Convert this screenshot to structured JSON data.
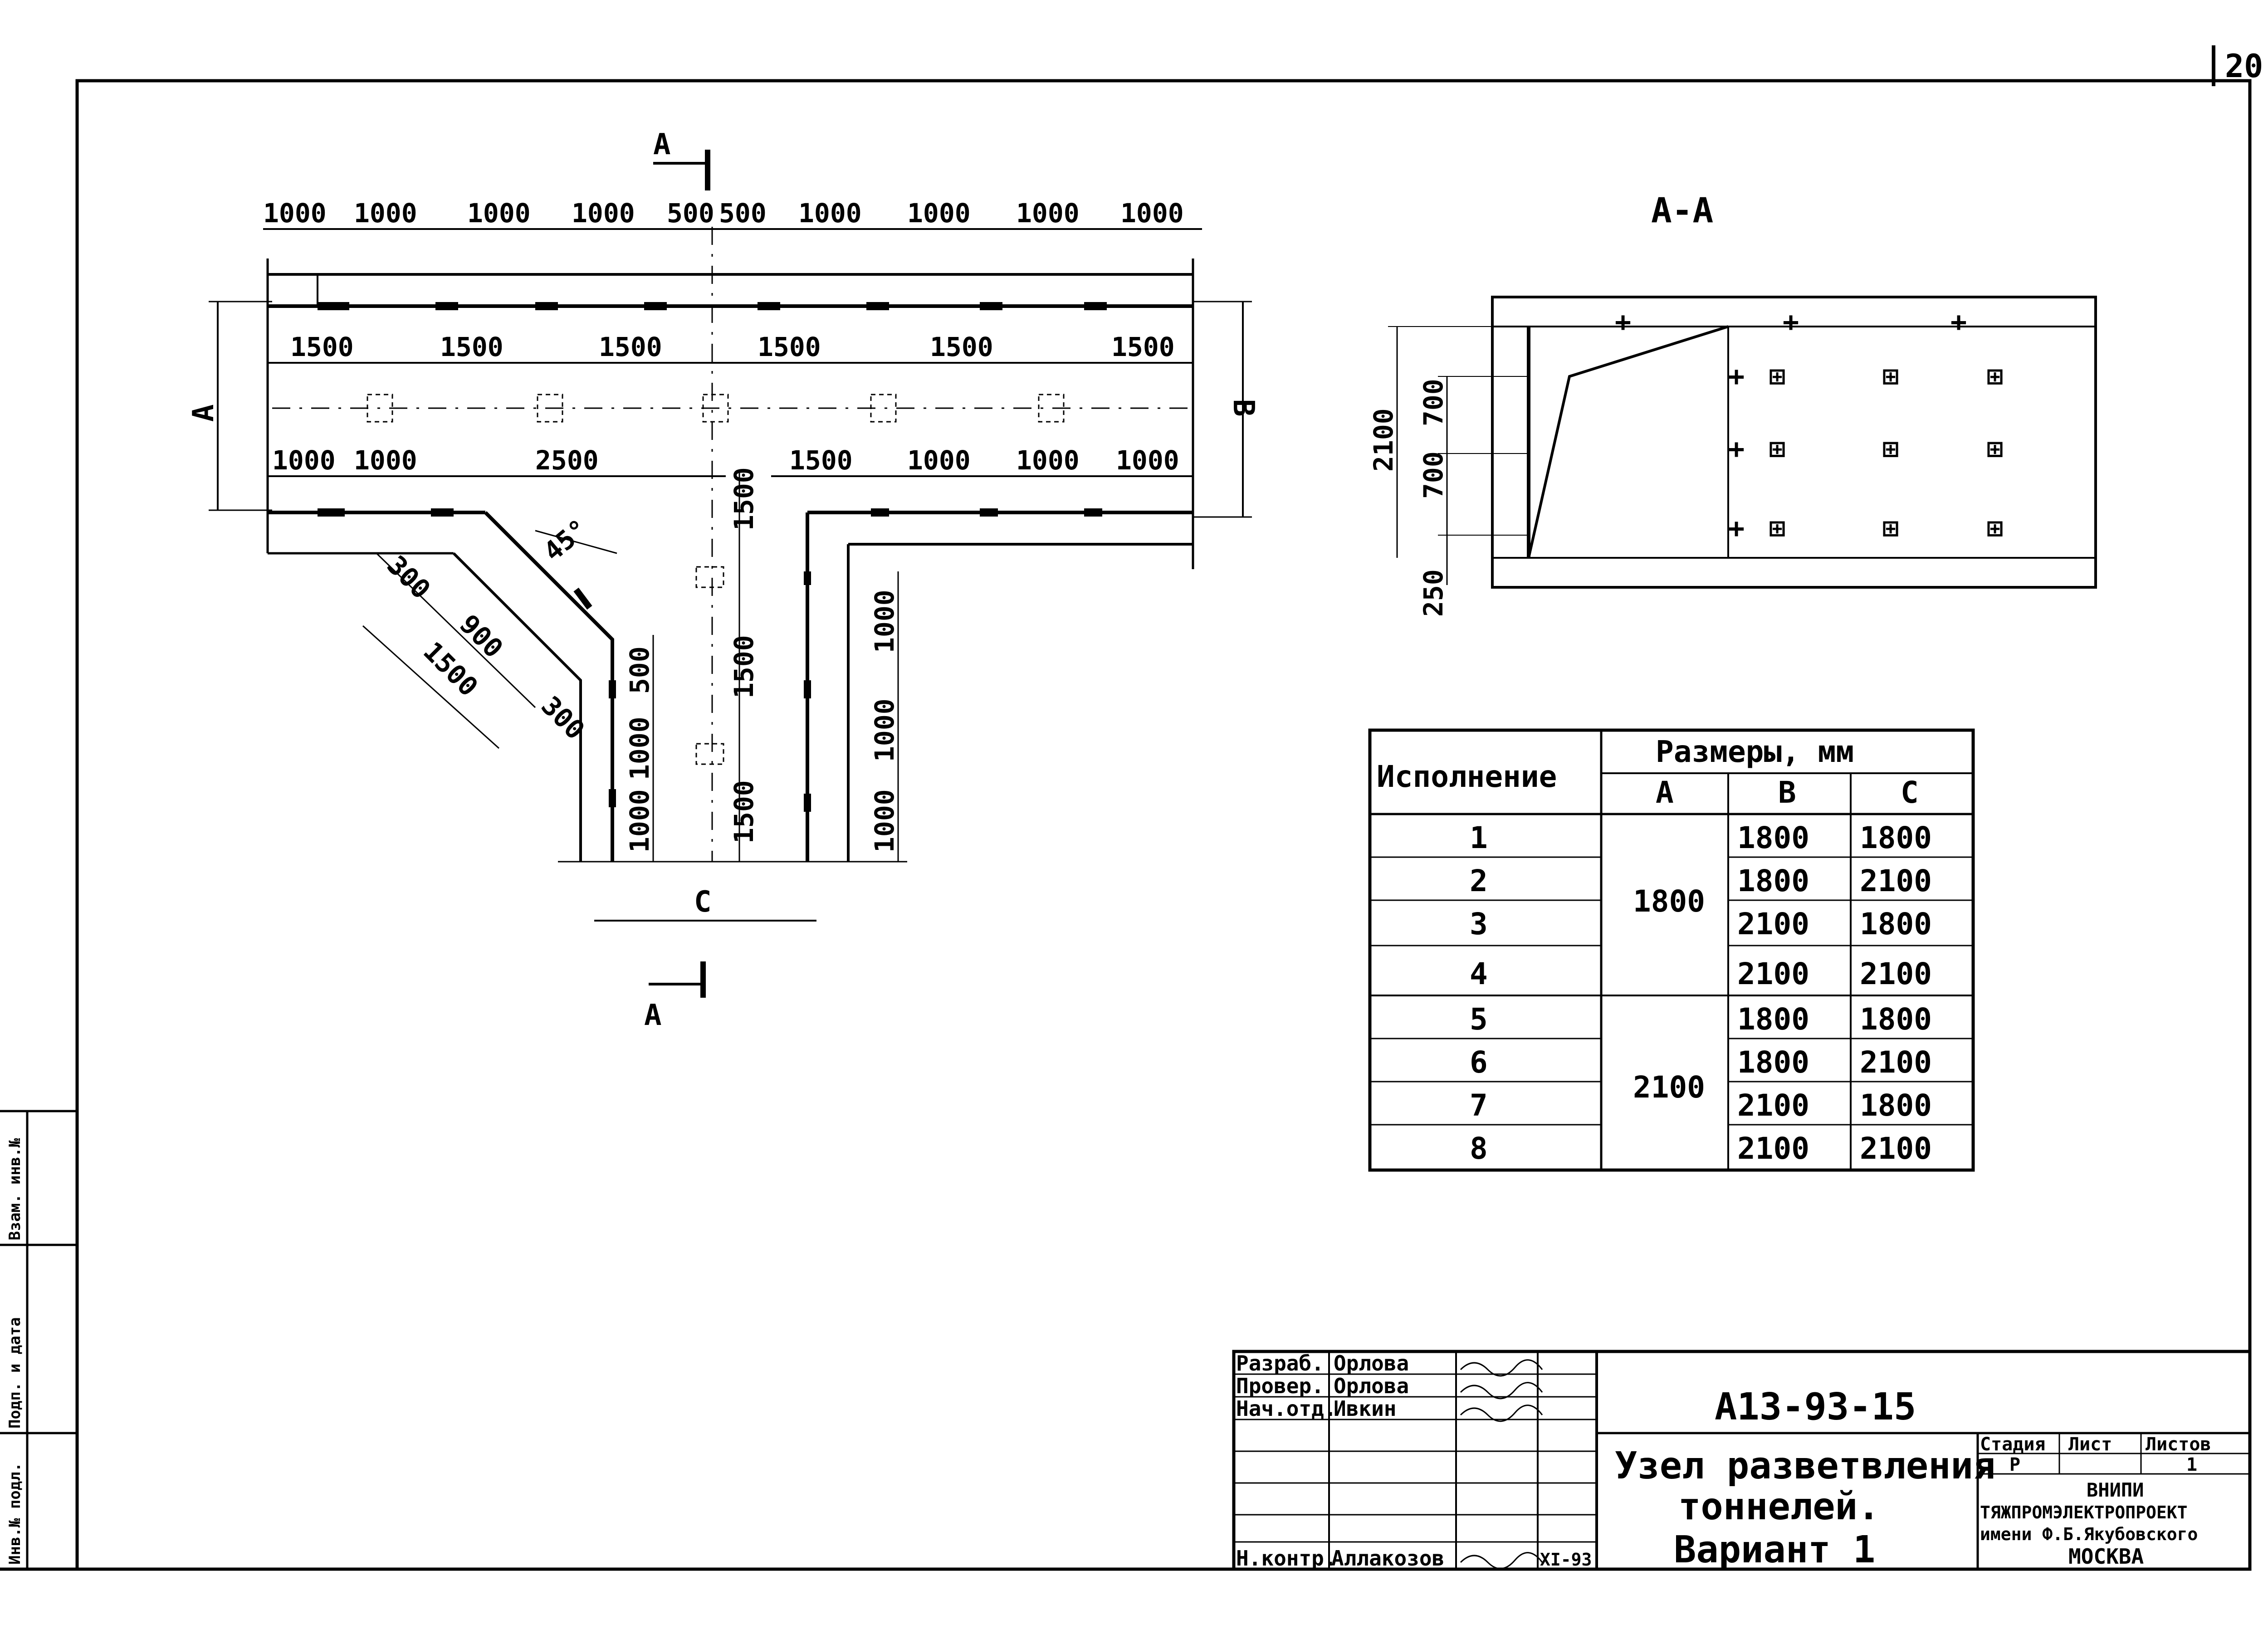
{
  "sheet_number": "20",
  "plan": {
    "cut_label_top": "А",
    "cut_label_bottom": "А",
    "top_dims": [
      "1000",
      "1000",
      "1000",
      "1000",
      "500",
      "500",
      "1000",
      "1000",
      "1000",
      "1000"
    ],
    "mid_dims": [
      "1500",
      "1500",
      "1500",
      "1500",
      "1500",
      "1500"
    ],
    "low_dims_left": [
      "1000",
      "1000",
      "2500"
    ],
    "low_dims_right": [
      "1500",
      "1000",
      "1000",
      "1000"
    ],
    "label_A": "А",
    "label_B": "В",
    "label_C": "С",
    "diag_dims": [
      "300",
      "900",
      "1500",
      "300"
    ],
    "angle": "45°",
    "branch_inner_dims": [
      "500",
      "1000",
      "1000"
    ],
    "branch_center_dims": [
      "1500",
      "1500",
      "1500"
    ],
    "branch_right_dims": [
      "1000",
      "1000",
      "1000"
    ]
  },
  "section": {
    "title": "А-А",
    "dim_total": "2100",
    "dim_row1": "700",
    "dim_row2": "700",
    "dim_bottom": "250"
  },
  "table": {
    "col_variant": "Исполнение",
    "col_sizes": "Размеры, мм",
    "col_a": "А",
    "col_b": "В",
    "col_c": "С",
    "rows": [
      {
        "n": "1",
        "b": "1800",
        "c": "1800"
      },
      {
        "n": "2",
        "b": "1800",
        "c": "2100"
      },
      {
        "n": "3",
        "b": "2100",
        "c": "1800"
      },
      {
        "n": "4",
        "b": "2100",
        "c": "2100"
      },
      {
        "n": "5",
        "b": "1800",
        "c": "1800"
      },
      {
        "n": "6",
        "b": "1800",
        "c": "2100"
      },
      {
        "n": "7",
        "b": "2100",
        "c": "1800"
      },
      {
        "n": "8",
        "b": "2100",
        "c": "2100"
      }
    ],
    "group_a": [
      "1800",
      "2100"
    ]
  },
  "stamp": {
    "roles": [
      "Разраб.",
      "Провер.",
      "Нач.отд.",
      "Н.контр."
    ],
    "names": [
      "Орлова",
      "Орлова",
      "Ивкин",
      "Аллакозов"
    ],
    "date": "XI-93",
    "doc_code": "А13-93-15",
    "title_lines": [
      "Узел разветвления",
      "тоннелей.",
      "Вариант 1"
    ],
    "hdr_stage": "Стадия",
    "hdr_sheet": "Лист",
    "hdr_sheets": "Листов",
    "stage": "Р",
    "sheet": "",
    "sheets": "1",
    "org_lines": [
      "ВНИПИ",
      "ТЯЖПРОМЭЛЕКТРОПРОЕКТ",
      "имени Ф.Б.Якубовского",
      "МОСКВА"
    ]
  },
  "side_strip": [
    "Инв.№ подл.",
    "Подп. и дата",
    "Взам. инв.№"
  ]
}
